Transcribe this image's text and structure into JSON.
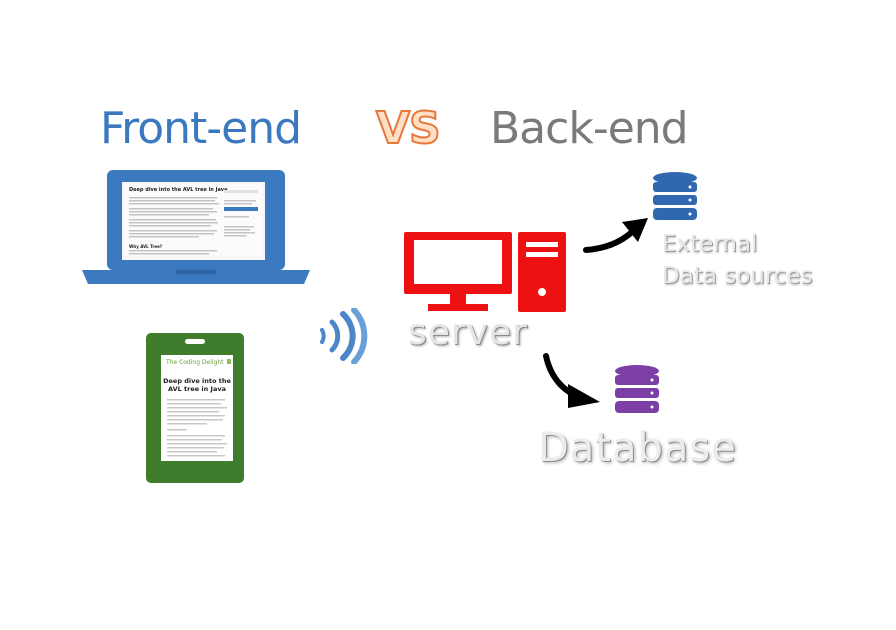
{
  "header": {
    "front_label": "Front-end",
    "vs_label": "VS",
    "back_label": "Back-end"
  },
  "server": {
    "label": "server"
  },
  "external": {
    "line1": "External",
    "line2": "Data sources"
  },
  "database": {
    "label": "Database"
  },
  "laptop": {
    "article_title": "Deep dive into the AVL tree in Java",
    "section_title": "Why AVL Tree?"
  },
  "phone": {
    "site_name": "The Coding Delight",
    "article_title": "Deep dive into the AVL tree in Java"
  },
  "colors": {
    "front": "#3a79bf",
    "vs": "#e8783a",
    "back": "#7a7a7a",
    "server": "#ee1111",
    "external_db": "#2f68b0",
    "local_db": "#7b3fa6",
    "phone": "#3f7d2c",
    "wifi": "#3a79bf"
  }
}
